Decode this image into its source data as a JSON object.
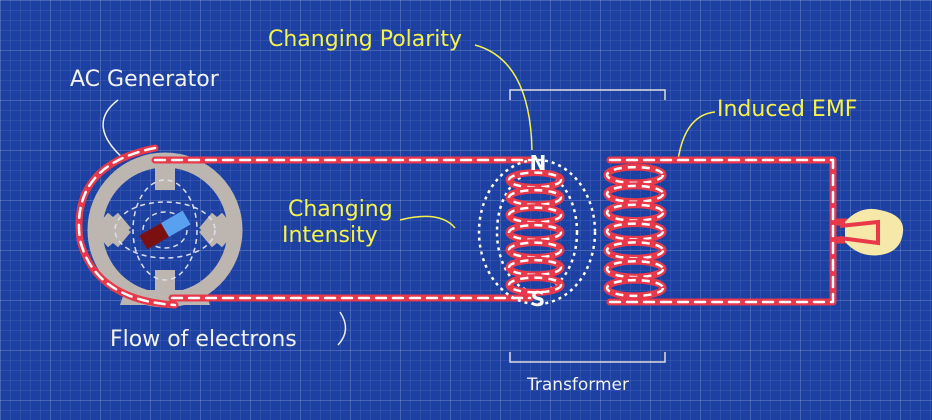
{
  "labels": {
    "changing_polarity": "Changing Polarity",
    "ac_generator": "AC Generator",
    "changing_intensity_1": "Changing",
    "changing_intensity_2": "Intensity",
    "induced_emf": "Induced EMF",
    "flow_of_electrons": "Flow of electrons",
    "transformer": "Transformer",
    "pole_north": "N",
    "pole_south": "S"
  },
  "colors": {
    "background": "#1d41a3",
    "wire": "#e8384a",
    "wire_dash": "#ffffff",
    "label_highlight": "#f7f24a",
    "generator_body": "#bdb6b0",
    "bulb_glow": "#f6e8a8"
  }
}
